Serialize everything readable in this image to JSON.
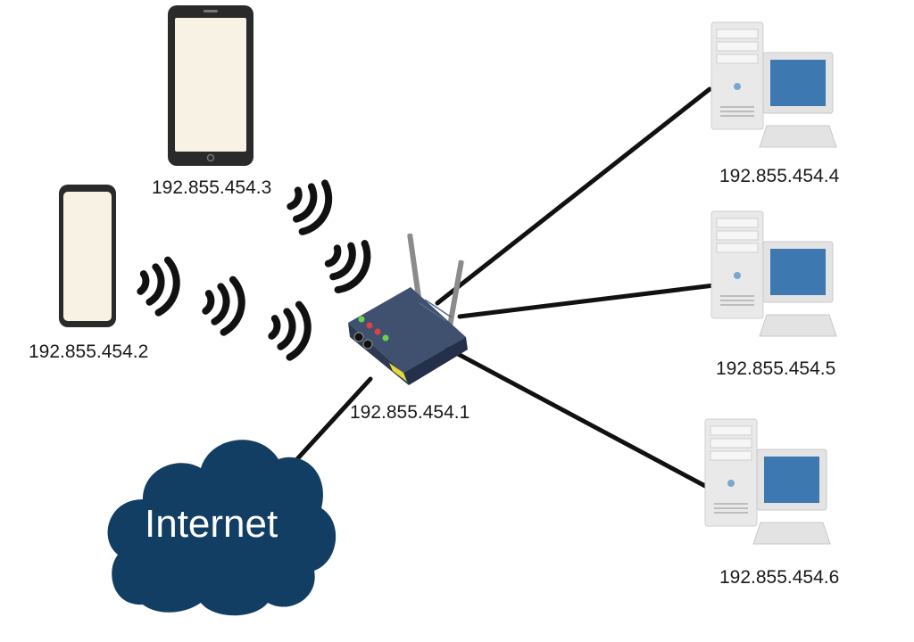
{
  "nodes": {
    "router": {
      "ip": "192.855.454.1"
    },
    "phone": {
      "ip": "192.855.454.2"
    },
    "tablet": {
      "ip": "192.855.454.3"
    },
    "pc_top": {
      "ip": "192.855.454.4"
    },
    "pc_middle": {
      "ip": "192.855.454.5"
    },
    "pc_bottom": {
      "ip": "192.855.454.6"
    },
    "cloud": {
      "label": "Internet"
    }
  },
  "colors": {
    "cloud": "#123e63",
    "router_body": "#3a4a66",
    "link": "#111111",
    "pc_case": "#e8e8e8",
    "screen": "#3d79b0"
  }
}
